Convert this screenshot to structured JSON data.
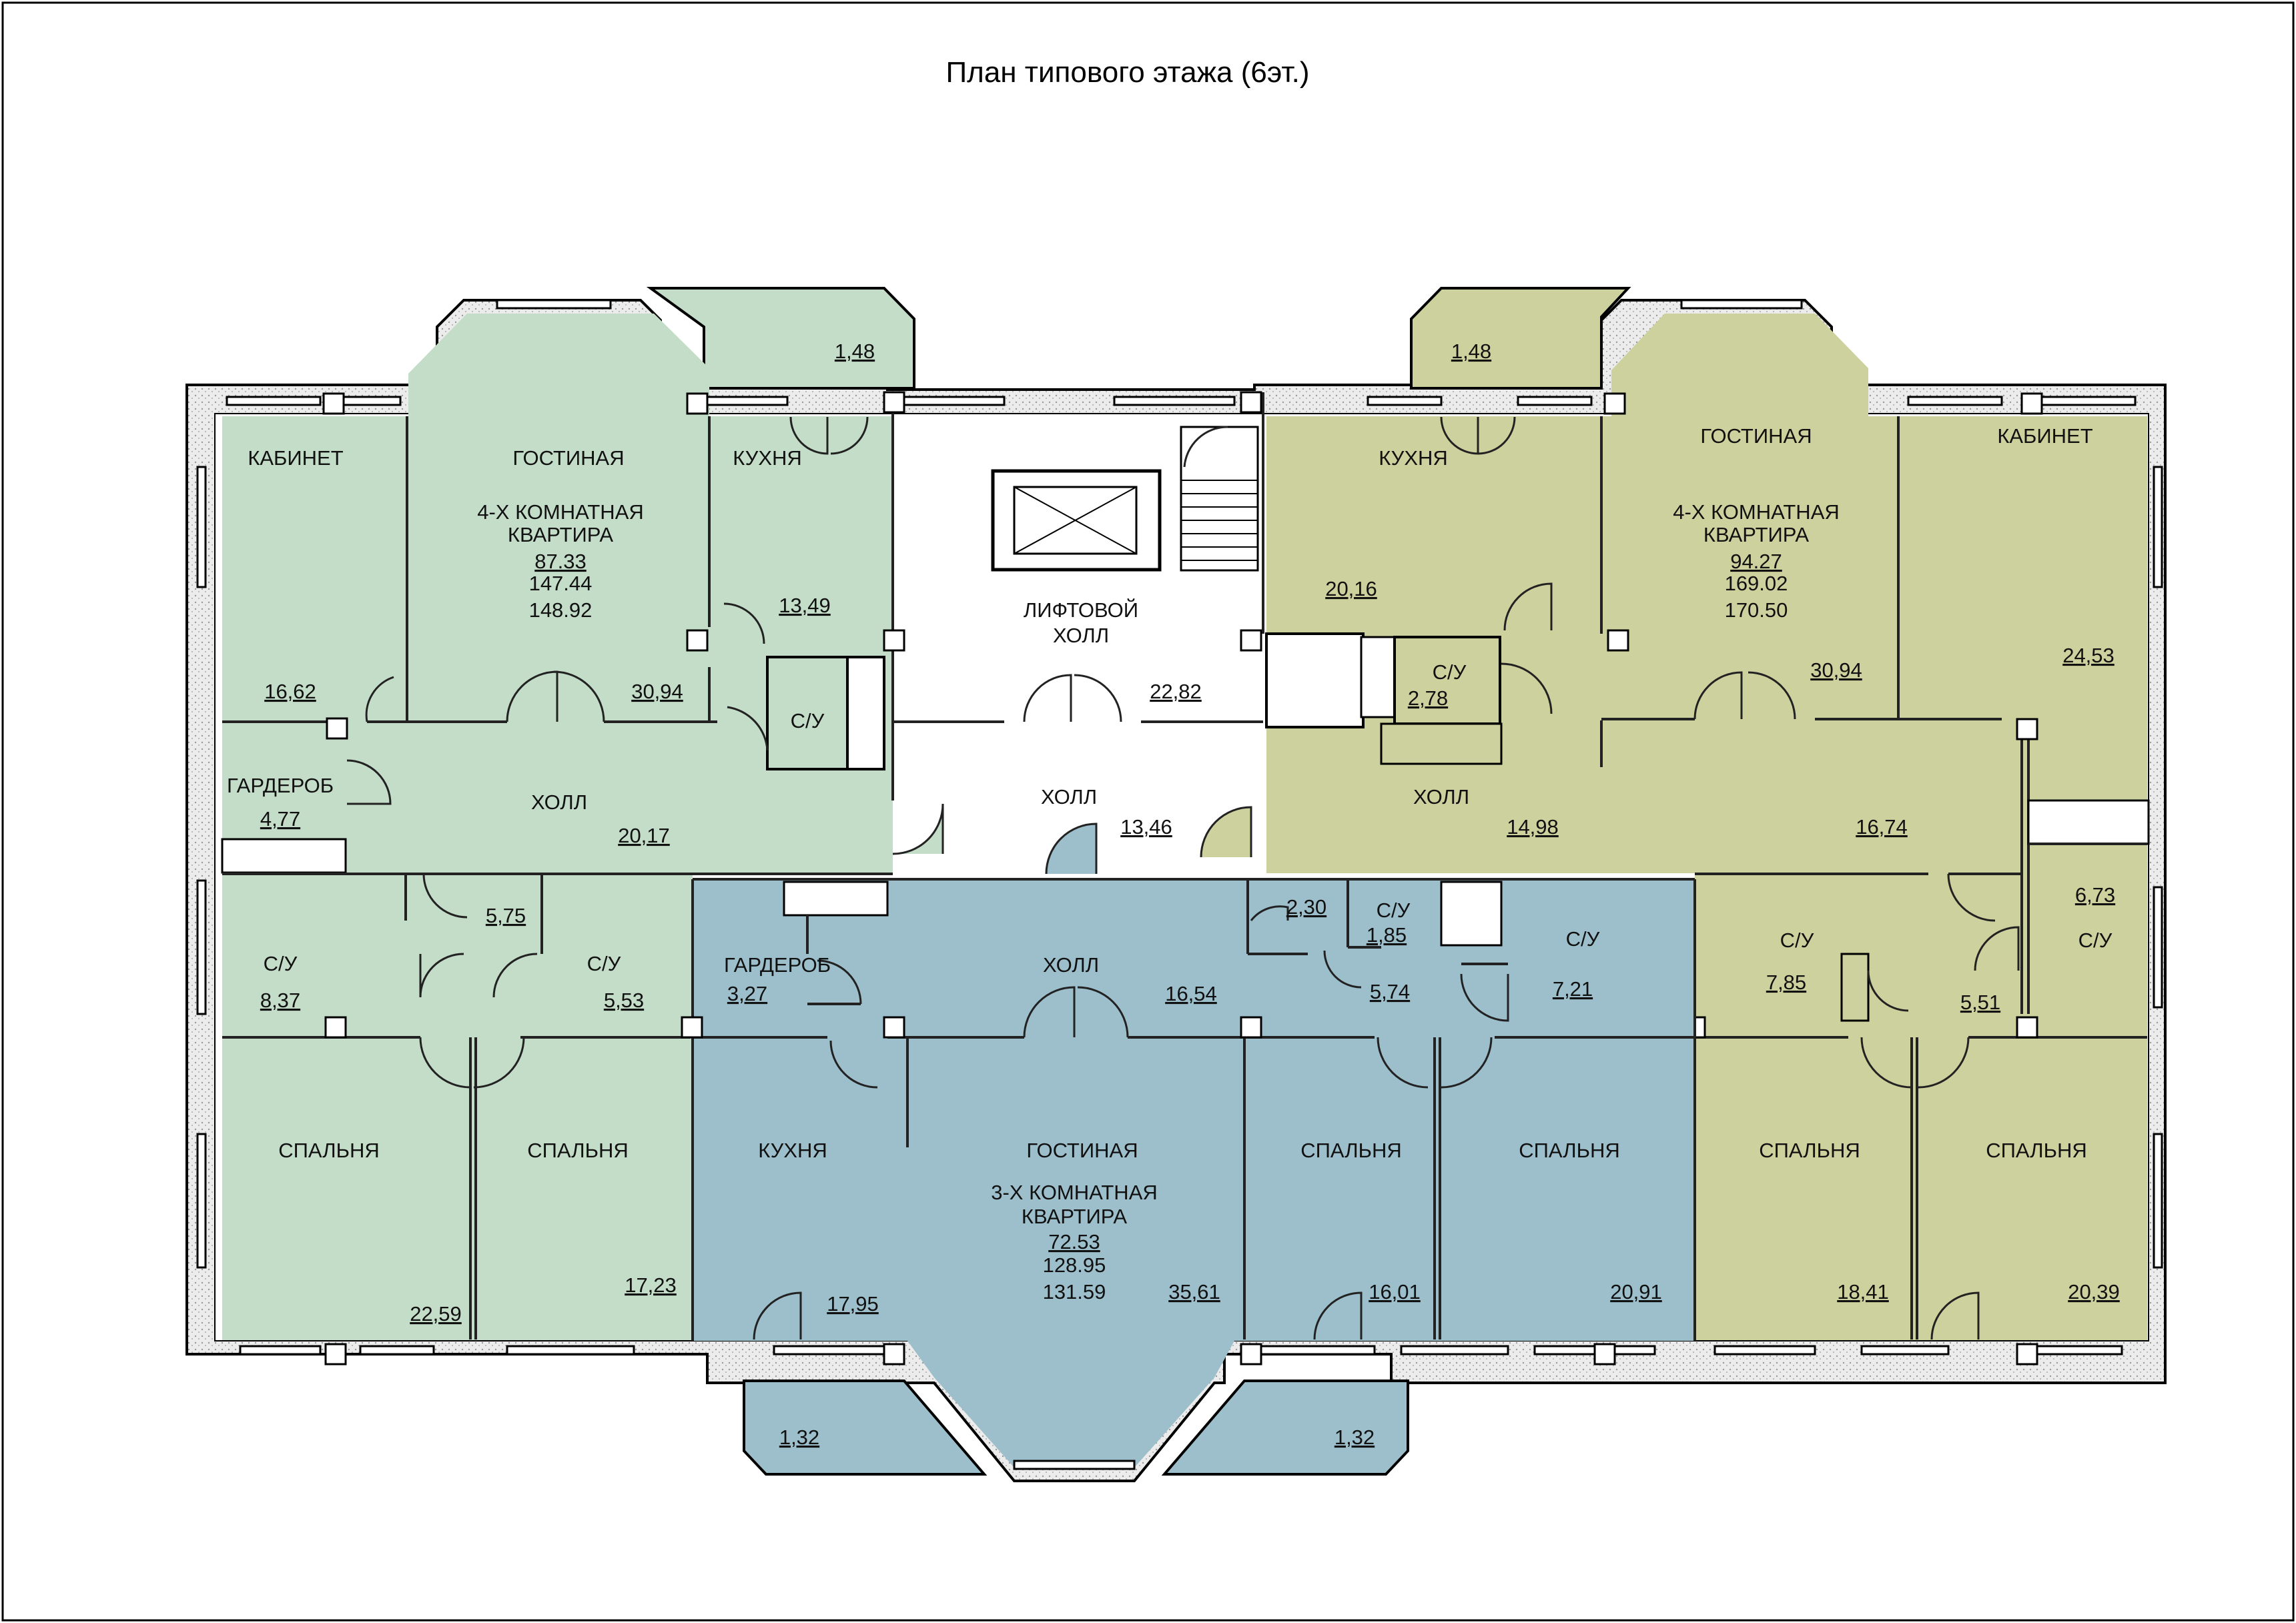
{
  "title": "План типового этажа (6эт.)",
  "colors": {
    "apartment_left": "#c4ddc8",
    "apartment_right": "#cdd19d",
    "apartment_bottom": "#9cbfcb",
    "common_area": "#ffffff",
    "wall": "#e4e4e4"
  },
  "rooms": {
    "lk_cabinet": "КАБИНЕТ",
    "lk_cabinet_area": "16,62",
    "lk_living": "ГОСТИНАЯ",
    "lk_apt_line1": "4-Х КОМНАТНАЯ",
    "lk_apt_line2": "КВАРТИРА",
    "lk_apt_a1": "87.33",
    "lk_apt_a2": "147.44",
    "lk_apt_a3": "148.92",
    "lk_living_area": "30,94",
    "lk_kitchen": "КУХНЯ",
    "lk_kitchen_area": "13,49",
    "lk_balcony_area": "1,48",
    "lk_wc": "С/У",
    "lk_wardrobe": "ГАРДЕРОБ",
    "lk_wardrobe_area": "4,77",
    "lk_hall": "ХОЛЛ",
    "lk_hall_area": "20,17",
    "lk_corridor_area": "5,75",
    "lk_wc1": "С/У",
    "lk_wc1_area": "8,37",
    "lk_wc2": "С/У",
    "lk_wc2_area": "5,53",
    "lk_bed1": "СПАЛЬНЯ",
    "lk_bed1_area": "22,59",
    "lk_bed2": "СПАЛЬНЯ",
    "lk_bed2_area": "17,23",
    "lift_hall_1": "ЛИФТОВОЙ",
    "lift_hall_2": "ХОЛЛ",
    "lift_hall_area": "22,82",
    "common_hall": "ХОЛЛ",
    "common_hall_area": "13,46",
    "rk_kitchen": "КУХНЯ",
    "rk_kitchen_area": "20,16",
    "rk_balcony_area": "1,48",
    "rk_living": "ГОСТИНАЯ",
    "rk_apt_line1": "4-Х КОМНАТНАЯ",
    "rk_apt_line2": "КВАРТИРА",
    "rk_apt_a1": "94.27",
    "rk_apt_a2": "169.02",
    "rk_apt_a3": "170.50",
    "rk_living_area": "30,94",
    "rk_cabinet": "КАБИНЕТ",
    "rk_cabinet_area": "24,53",
    "rk_wc_top": "С/У",
    "rk_wc_top_area": "2,78",
    "rk_hall": "ХОЛЛ",
    "rk_hall_area": "14,98",
    "rk_hall2_area": "16,74",
    "rk_wc1": "С/У",
    "rk_wc1_area": "7,85",
    "rk_wc2_area": "6,73",
    "rk_wc2": "С/У",
    "rk_corr_area": "5,51",
    "rk_bed1": "СПАЛЬНЯ",
    "rk_bed1_area": "18,41",
    "rk_bed2": "СПАЛЬНЯ",
    "rk_bed2_area": "20,39",
    "bt_wardrobe": "ГАРДЕРОБ",
    "bt_wardrobe_area": "3,27",
    "bt_hall": "ХОЛЛ",
    "bt_hall_area": "16,54",
    "bt_small_area": "2,30",
    "bt_wc_small": "С/У",
    "bt_wc_small_area": "1,85",
    "bt_wc": "С/У",
    "bt_wc_area": "7,21",
    "bt_corr_area": "5,74",
    "bt_kitchen": "КУХНЯ",
    "bt_kitchen_area": "17,95",
    "bt_living": "ГОСТИНАЯ",
    "bt_apt_line1": "3-Х КОМНАТНАЯ",
    "bt_apt_line2": "КВАРТИРА",
    "bt_apt_a1": "72.53",
    "bt_apt_a2": "128.95",
    "bt_apt_a3": "131.59",
    "bt_living_area": "35,61",
    "bt_bed1": "СПАЛЬНЯ",
    "bt_bed1_area": "16,01",
    "bt_bed2": "СПАЛЬНЯ",
    "bt_bed2_area": "20,91",
    "bt_balcony_left_area": "1,32",
    "bt_balcony_right_area": "1,32"
  }
}
